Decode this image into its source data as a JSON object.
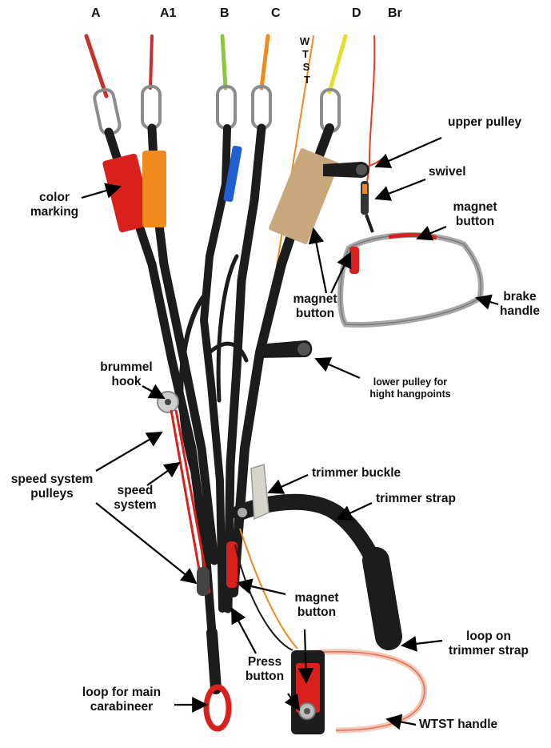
{
  "riser_headers": [
    "A",
    "A1",
    "B",
    "C",
    "D",
    "Br"
  ],
  "wtst_vertical": [
    "W",
    "T",
    "S",
    "T"
  ],
  "labels": {
    "color_marking": [
      "color",
      "marking"
    ],
    "upper_pulley": "upper pulley",
    "swivel": "swivel",
    "magnet_button_top": [
      "magnet",
      "button"
    ],
    "magnet_button_mid": [
      "magnet",
      "button"
    ],
    "brake_handle": [
      "brake",
      "handle"
    ],
    "brummel_hook": [
      "brummel",
      "hook"
    ],
    "lower_pulley": [
      "lower pulley for",
      "hight hangpoints"
    ],
    "speed_system_pulleys": [
      "speed system",
      "pulleys"
    ],
    "speed_system": [
      "speed",
      "system"
    ],
    "trimmer_buckle": "trimmer buckle",
    "trimmer_strap": "trimmer strap",
    "magnet_button_low": [
      "magnet",
      "button"
    ],
    "loop_on_trimmer_strap": [
      "loop on",
      "trimmer strap"
    ],
    "press_button": [
      "Press",
      "button"
    ],
    "loop_main_carabineer": [
      "loop for main",
      "carabineer"
    ],
    "wtst_handle": "WTST handle"
  },
  "colors": {
    "webbing": "#1c1c1c",
    "red_marking": "#d9201c",
    "orange_marking": "#f08a1c",
    "blue_marking": "#1f5fd0",
    "tan_marking": "#c8a77c",
    "line_red": "#c8302c",
    "line_green": "#8cc63f",
    "line_orange": "#f08a1c",
    "line_yellow": "#e6dc2c",
    "brake_handle_gray": "#a8a8a8",
    "metal": "#b9b9b9"
  }
}
